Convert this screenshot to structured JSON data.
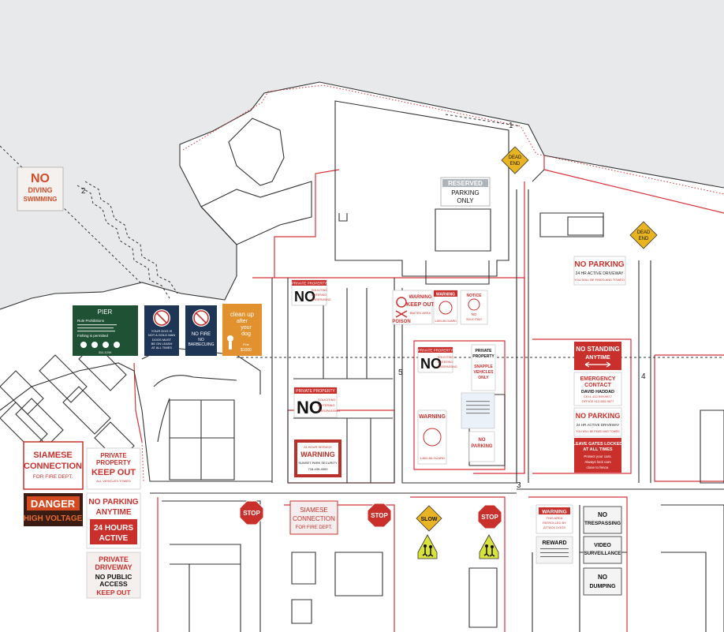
{
  "path_labels": [
    "1",
    "2",
    "3",
    "4",
    "5"
  ],
  "colors": {
    "water": "#e8e9ea",
    "building_line": "#333333",
    "property_line": "#d9333a",
    "sign_red": "#c9302c",
    "sign_green": "#1f5135",
    "sign_navy": "#1f3555",
    "sign_orange": "#e1922f",
    "caution_yellow": "#e8b422",
    "school_green": "#d7e23c"
  },
  "signs": {
    "no_diving": {
      "line1": "NO",
      "line2": "DIVING",
      "line3": "SWIMMING"
    },
    "pier_rules": {
      "title": "PIER",
      "subtitle": "Rule Prohibitions",
      "line": "Fishing is permitted",
      "foot": "311-1234"
    },
    "dog_leash": {
      "line1": "YOUR DOG IS",
      "line2": "NOT A GOLD MAN",
      "line3": "DOGS MUST",
      "line4": "BE ON LEASH",
      "line5": "AT ALL TIMES"
    },
    "no_fire": {
      "line1": "NO FIRE",
      "line2": "NO",
      "line3": "BARBECUING"
    },
    "clean_up": {
      "line1": "clean up",
      "line2": "after",
      "line3": "your",
      "line4": "dog",
      "line5": "Fine",
      "line6": "$1000"
    },
    "reserved": {
      "line1": "RESERVED",
      "line2": "PARKING",
      "line3": "ONLY"
    },
    "dead_end_1": {
      "line1": "DEAD",
      "line2": "END"
    },
    "dead_end_2": {
      "line1": "DEAD",
      "line2": "END"
    },
    "no_parking_24hr": {
      "line1": "NO PARKING",
      "line2": "24 HR ACTIVE DRIVEWAY",
      "line3": "YOU WILL BE FINED AND TOWED"
    },
    "private_no_loitering_1": {
      "header": "PRIVATE PROPERTY",
      "big": "NO",
      "line1": "SOLICITING",
      "line2": "LOITERING",
      "line3": "TRESPASSING"
    },
    "poison": {
      "line1": "WARNING",
      "line2": "KEEP OUT",
      "line3": "POISON",
      "line4": "BAITED AREA"
    },
    "warning_small": {
      "line1": "WARNING",
      "line2": "1-800-66-GUARD"
    },
    "notice_small": {
      "line1": "NOTICE",
      "line2": "NO",
      "line3": "SOLICITING"
    },
    "private_no_loitering_2": {
      "header": "PRIVATE PROPERTY",
      "big": "NO",
      "line1": "SOLICITING",
      "line2": "LOITERING",
      "line3": "TRESPASSING"
    },
    "private_snapple": {
      "line1": "PRIVATE",
      "line2": "PROPERTY",
      "line3": "SNAPPLE",
      "line4": "VEHICLES",
      "line5": "ONLY"
    },
    "no_standing": {
      "line1": "NO STANDING",
      "line2": "ANYTIME"
    },
    "emergency_contact": {
      "line1": "EMERGENCY",
      "line2": "CONTACT",
      "line3": "DAVID HADDAD",
      "line4": "CELL 412-999-9877",
      "line5": "OFFICE 412-653-9877"
    },
    "no_parking_24hr_b": {
      "line1": "NO PARKING",
      "line2": "24 HR ACTIVE DRIVEWAY",
      "line3": "YOU WILL BE FINED AND TOWED"
    },
    "leave_gates": {
      "line1": "LEAVE GATES LOCKED",
      "line2": "AT ALL TIMES",
      "line3": "Protect your cars.",
      "line4": "Always lock cars",
      "line5": "close to fence."
    },
    "private_no_loitering_3": {
      "header": "PRIVATE PROPERTY",
      "big": "NO",
      "line1": "SOLICITING",
      "line2": "LOITERING",
      "line3": "TRESPASSING"
    },
    "warning_sunset": {
      "header": "24 HOUR SERVICE",
      "line1": "WARNING",
      "line2": "SUNSET PARK SECURITY",
      "line3": "718-439-4500"
    },
    "warning_guard": {
      "line1": "WARNING",
      "line2": "1-800-66-GUARD"
    },
    "no_parking_small": {
      "line1": "NO",
      "line2": "PARKING"
    },
    "siamese_1": {
      "line1": "SIAMESE",
      "line2": "CONNECTION",
      "line3": "FOR FIRE DEPT."
    },
    "private_keep_out": {
      "line1": "PRIVATE",
      "line2": "PROPERTY",
      "line3": "KEEP OUT",
      "line4": "ALL VEHICLES TOWED"
    },
    "danger": {
      "line1": "DANGER",
      "line2": "HIGH VOLTAGE"
    },
    "no_parking_anytime": {
      "line1": "NO PARKING",
      "line2": "ANYTIME",
      "line3": "24 HOURS",
      "line4": "ACTIVE"
    },
    "private_driveway": {
      "line1": "PRIVATE",
      "line2": "DRIVEWAY",
      "line3": "NO PUBLIC",
      "line4": "ACCESS",
      "line5": "KEEP OUT"
    },
    "stop_1": {
      "text": "STOP"
    },
    "stop_2": {
      "text": "STOP"
    },
    "stop_3": {
      "text": "STOP"
    },
    "siamese_2": {
      "line1": "SIAMESE",
      "line2": "CONNECTION",
      "line3": "FOR FIRE DEPT."
    },
    "slow": {
      "text": "SLOW"
    },
    "warning_attack": {
      "line1": "WARNING",
      "line2": "THIS AREA",
      "line3": "PATROLLED BY",
      "line4": "ATTACK DOGS"
    },
    "reward": {
      "line1": "REWARD"
    },
    "no_trespassing": {
      "line1": "NO",
      "line2": "TRESPASSING"
    },
    "video_surveillance": {
      "line1": "VIDEO",
      "line2": "SURVEILLANCE"
    },
    "no_dumping": {
      "line1": "NO",
      "line2": "DUMPING"
    }
  }
}
